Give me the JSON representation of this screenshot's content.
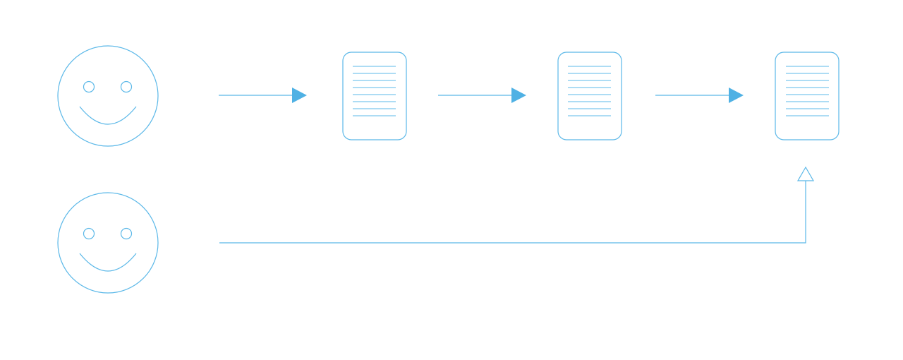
{
  "diagram": {
    "stroke_color": "#5bb8e8",
    "arrowhead_color": "#4fb1e4",
    "background_color": "#ffffff",
    "actors": [
      {
        "id": "actor-top",
        "icon": "smiley-face-icon"
      },
      {
        "id": "actor-bottom",
        "icon": "smiley-face-icon"
      }
    ],
    "documents": [
      {
        "id": "document-1",
        "icon": "document-icon"
      },
      {
        "id": "document-2",
        "icon": "document-icon"
      },
      {
        "id": "document-3",
        "icon": "document-icon"
      }
    ],
    "connections": [
      {
        "from": "actor-top",
        "to": "document-1",
        "arrowhead": "filled"
      },
      {
        "from": "document-1",
        "to": "document-2",
        "arrowhead": "filled"
      },
      {
        "from": "document-2",
        "to": "document-3",
        "arrowhead": "filled"
      },
      {
        "from": "actor-bottom",
        "to": "document-3",
        "arrowhead": "hollow",
        "route": "elbow"
      }
    ]
  }
}
